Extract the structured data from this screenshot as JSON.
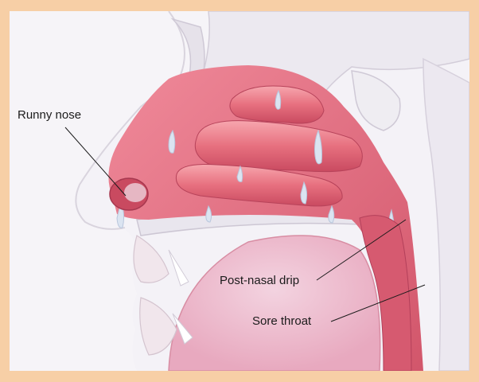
{
  "labels": {
    "runny_nose": "Runny nose",
    "post_nasal_drip": "Post-nasal drip",
    "sore_throat": "Sore throat"
  },
  "colors": {
    "frame": "#f7cfa6",
    "background": "#f4f2f7",
    "tissue": "#e36f82",
    "tissue_dark": "#c8485f",
    "bone": "#e8e4ec",
    "mucus": "#dfe7f3"
  }
}
